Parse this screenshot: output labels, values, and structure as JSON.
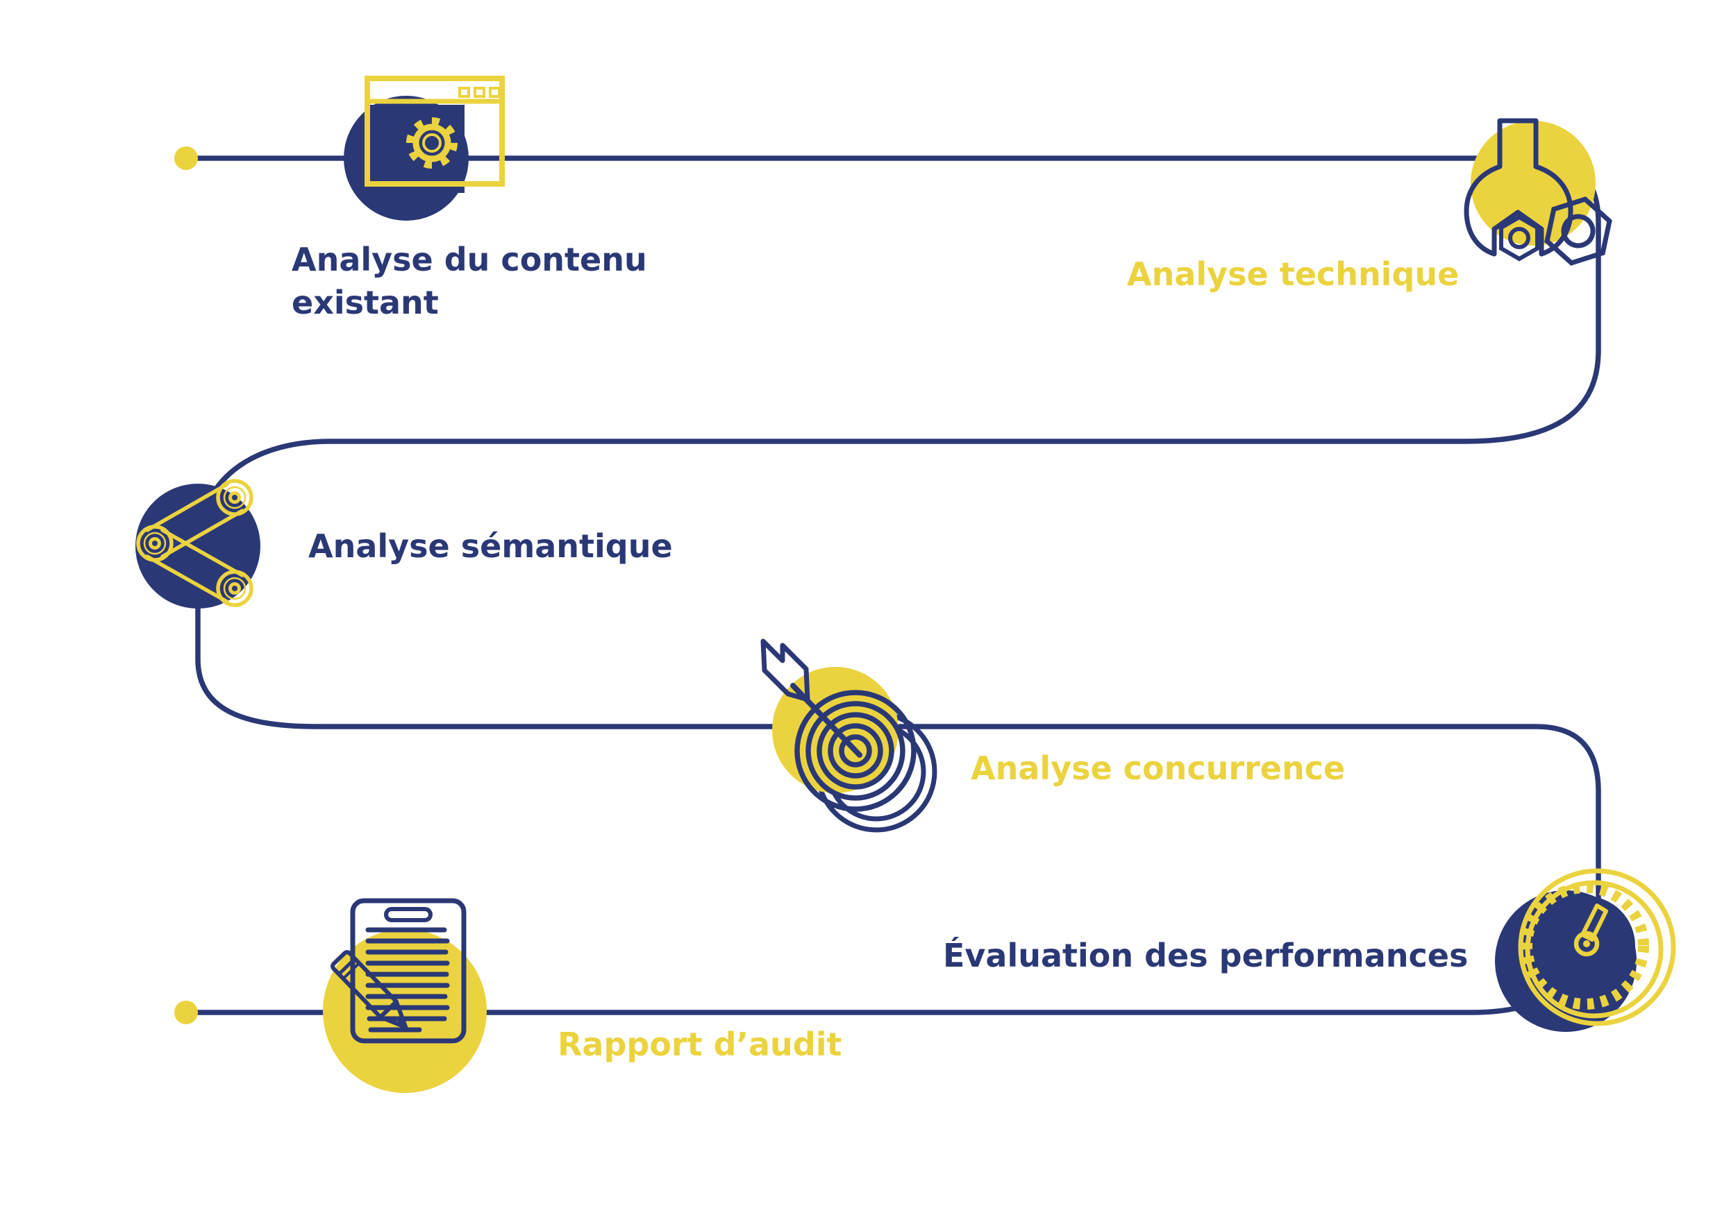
{
  "diagram": {
    "type": "process-flow-infographic",
    "background": "#FFFFFF",
    "colors": {
      "navy": "#2B3876",
      "yellow": "#EBD33F"
    },
    "steps": [
      {
        "index": 1,
        "label": "Analyse du contenu existant",
        "label_color": "navy",
        "icon": "browser-gear-icon"
      },
      {
        "index": 2,
        "label": "Analyse technique",
        "label_color": "yellow",
        "icon": "wrench-nuts-icon"
      },
      {
        "index": 3,
        "label": "Analyse sémantique",
        "label_color": "navy",
        "icon": "chain-links-icon"
      },
      {
        "index": 4,
        "label": "Analyse concurrence",
        "label_color": "yellow",
        "icon": "target-arrow-icon"
      },
      {
        "index": 5,
        "label": "Évaluation des performances",
        "label_color": "navy",
        "icon": "gauge-icon"
      },
      {
        "index": 6,
        "label": "Rapport d’audit",
        "label_color": "yellow",
        "icon": "clipboard-pencil-icon"
      }
    ]
  }
}
